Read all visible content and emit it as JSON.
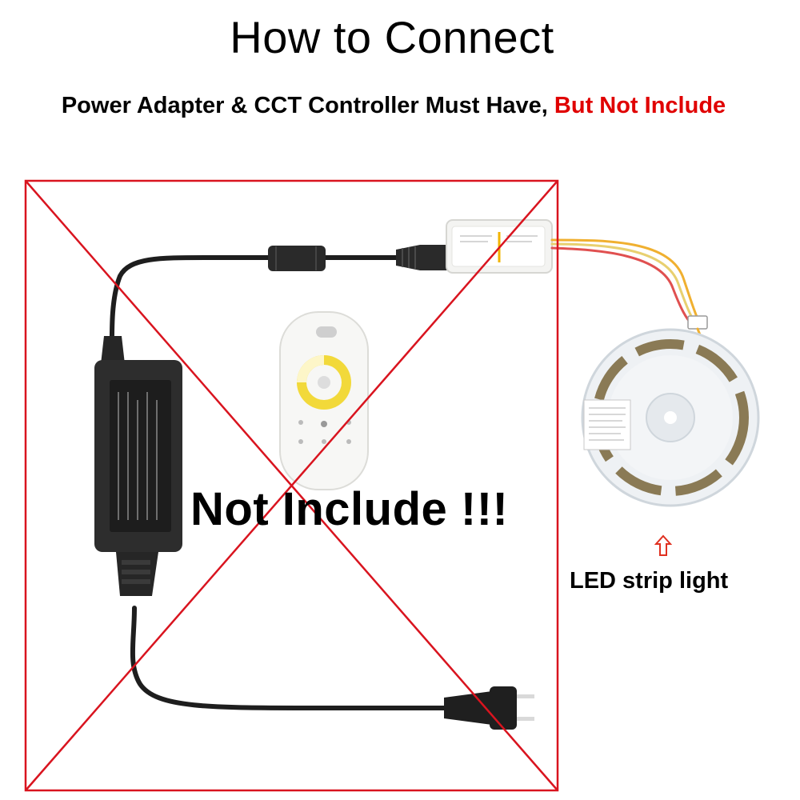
{
  "header": {
    "title": "How to Connect",
    "subtitle_main": "Power Adapter & CCT Controller Must Have, ",
    "subtitle_warning": "But Not Include"
  },
  "overlay": {
    "stamp_text": "Not Include !!!"
  },
  "strip": {
    "label": "LED strip light"
  },
  "colors": {
    "warning_red": "#e00000",
    "frame_red": "#d9141f",
    "adapter_black": "#2b2b2b",
    "remote_yellow": "#f2d93a"
  },
  "icons": {
    "arrow": "up-arrow-icon"
  }
}
